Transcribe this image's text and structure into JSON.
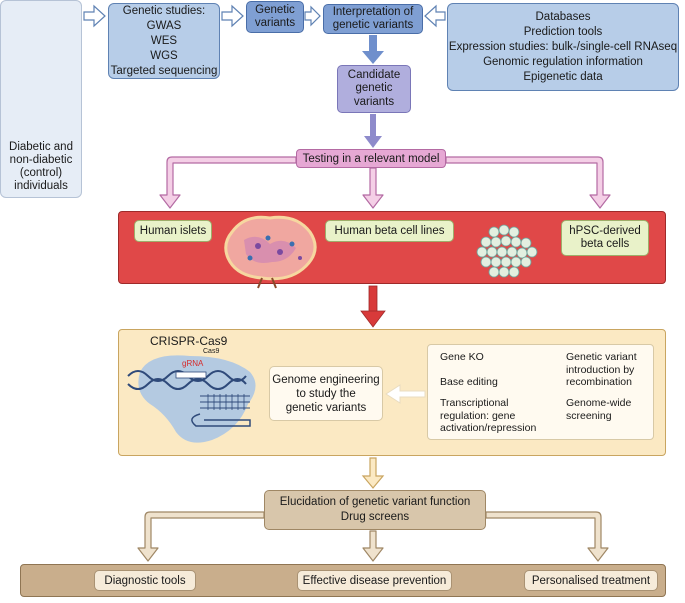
{
  "people": {
    "label_lines": [
      "Diabetic and",
      "non-diabetic",
      "(control)",
      "individuals"
    ]
  },
  "genetic_studies": {
    "title": "Genetic studies:",
    "items": [
      "GWAS",
      "WES",
      "WGS",
      "Targeted sequencing"
    ]
  },
  "genetic_variants": {
    "lines": [
      "Genetic",
      "variants"
    ]
  },
  "interpretation": {
    "lines": [
      "Interpretation of",
      "genetic variants"
    ]
  },
  "databases": {
    "lines": [
      "Databases",
      "Prediction tools",
      "Expression studies: bulk-/single-cell RNAseq",
      "Genomic regulation information",
      "Epigenetic data"
    ]
  },
  "candidate": {
    "lines": [
      "Candidate",
      "genetic",
      "variants"
    ]
  },
  "testing": {
    "label": "Testing in a relevant model"
  },
  "models": {
    "human_islets": "Human islets",
    "beta_cell_lines": "Human beta cell lines",
    "hpsc_lines": [
      "hPSC-derived",
      "beta cells"
    ]
  },
  "crispr": {
    "title": "CRISPR-Cas9",
    "cas9": "Cas9",
    "grna": "gRNA",
    "engineering_lines": [
      "Genome engineering",
      "to study the",
      "genetic variants"
    ],
    "methods": {
      "gene_ko": "Gene KO",
      "base_editing": "Base editing",
      "transcriptional": [
        "Transcriptional",
        "regulation: gene",
        "activation/repression"
      ],
      "recombination": [
        "Genetic variant",
        "introduction by",
        "recombination"
      ],
      "screening": [
        "Genome-wide",
        "screening"
      ]
    }
  },
  "elucidation": {
    "lines": [
      "Elucidation of genetic variant function",
      "Drug screens"
    ]
  },
  "outcomes": {
    "diagnostic": "Diagnostic tools",
    "prevention": "Effective disease prevention",
    "treatment": "Personalised treatment"
  },
  "colors": {
    "blue_light": "#b7cde8",
    "blue_mid": "#7f9fd3",
    "purple": "#b0aedd",
    "pink": "#e6a8d4",
    "red": "#e04848",
    "green_tag": "#e9f2c9",
    "cream": "#fbe9c3",
    "tan": "#d8c6ab",
    "brown": "#c9ae8c"
  }
}
